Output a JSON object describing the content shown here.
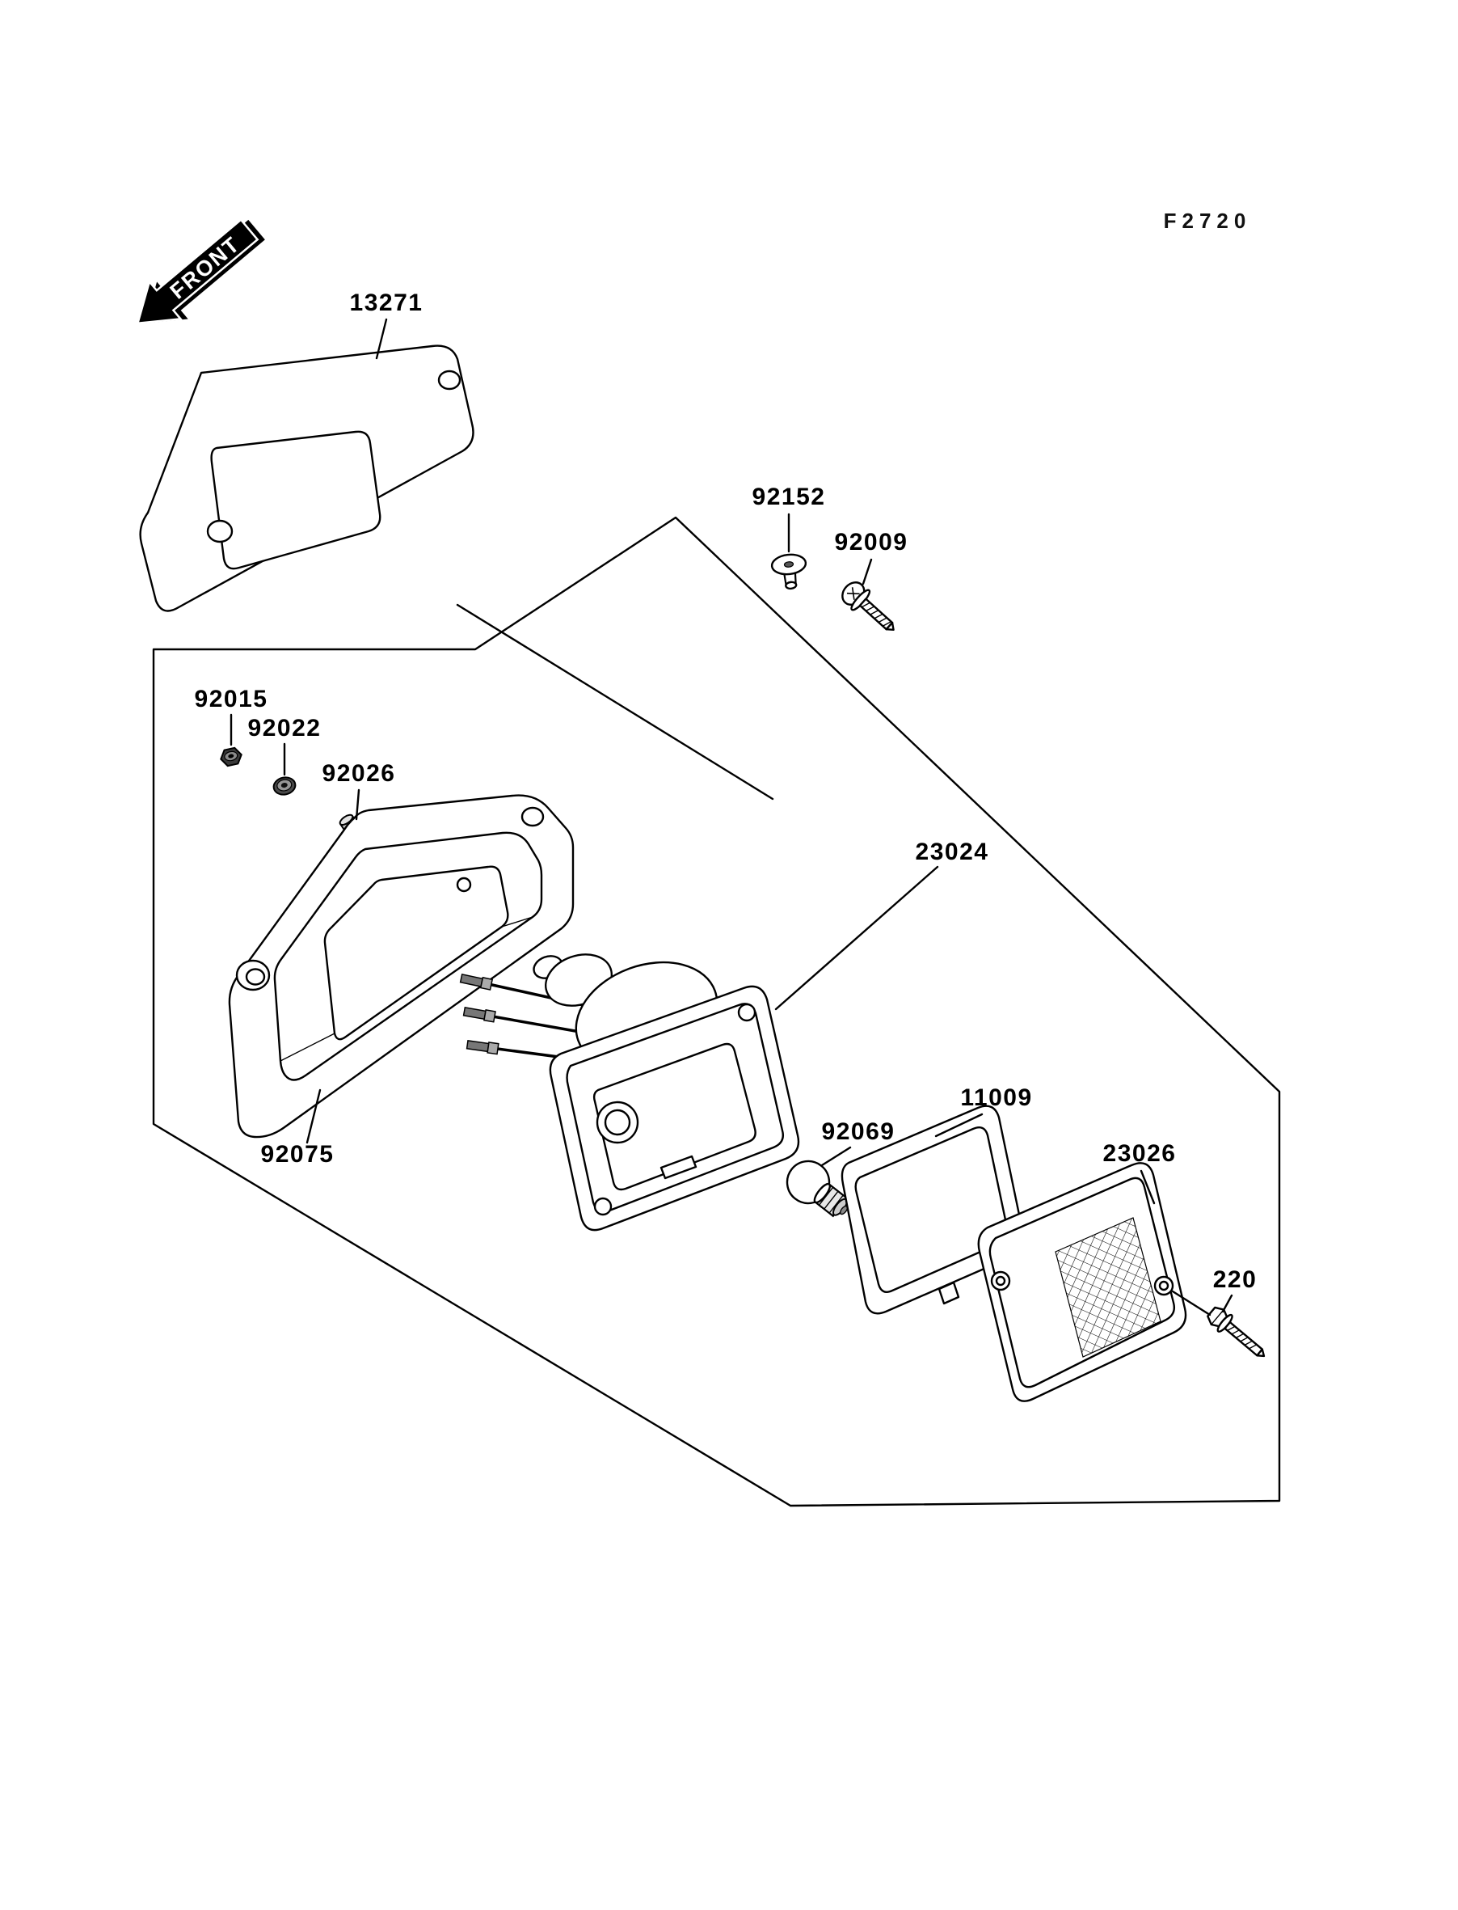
{
  "diagram": {
    "figure_code": "F2720",
    "front_label": "FRONT",
    "background_color": "#ffffff",
    "line_color": "#000000",
    "part_labels": {
      "p13271": "13271",
      "p92152": "92152",
      "p92009": "92009",
      "p92015": "92015",
      "p92022": "92022",
      "p92026": "92026",
      "p23024": "23024",
      "p92075": "92075",
      "p92069": "92069",
      "p11009": "11009",
      "p23026": "23026",
      "p220": "220"
    }
  }
}
